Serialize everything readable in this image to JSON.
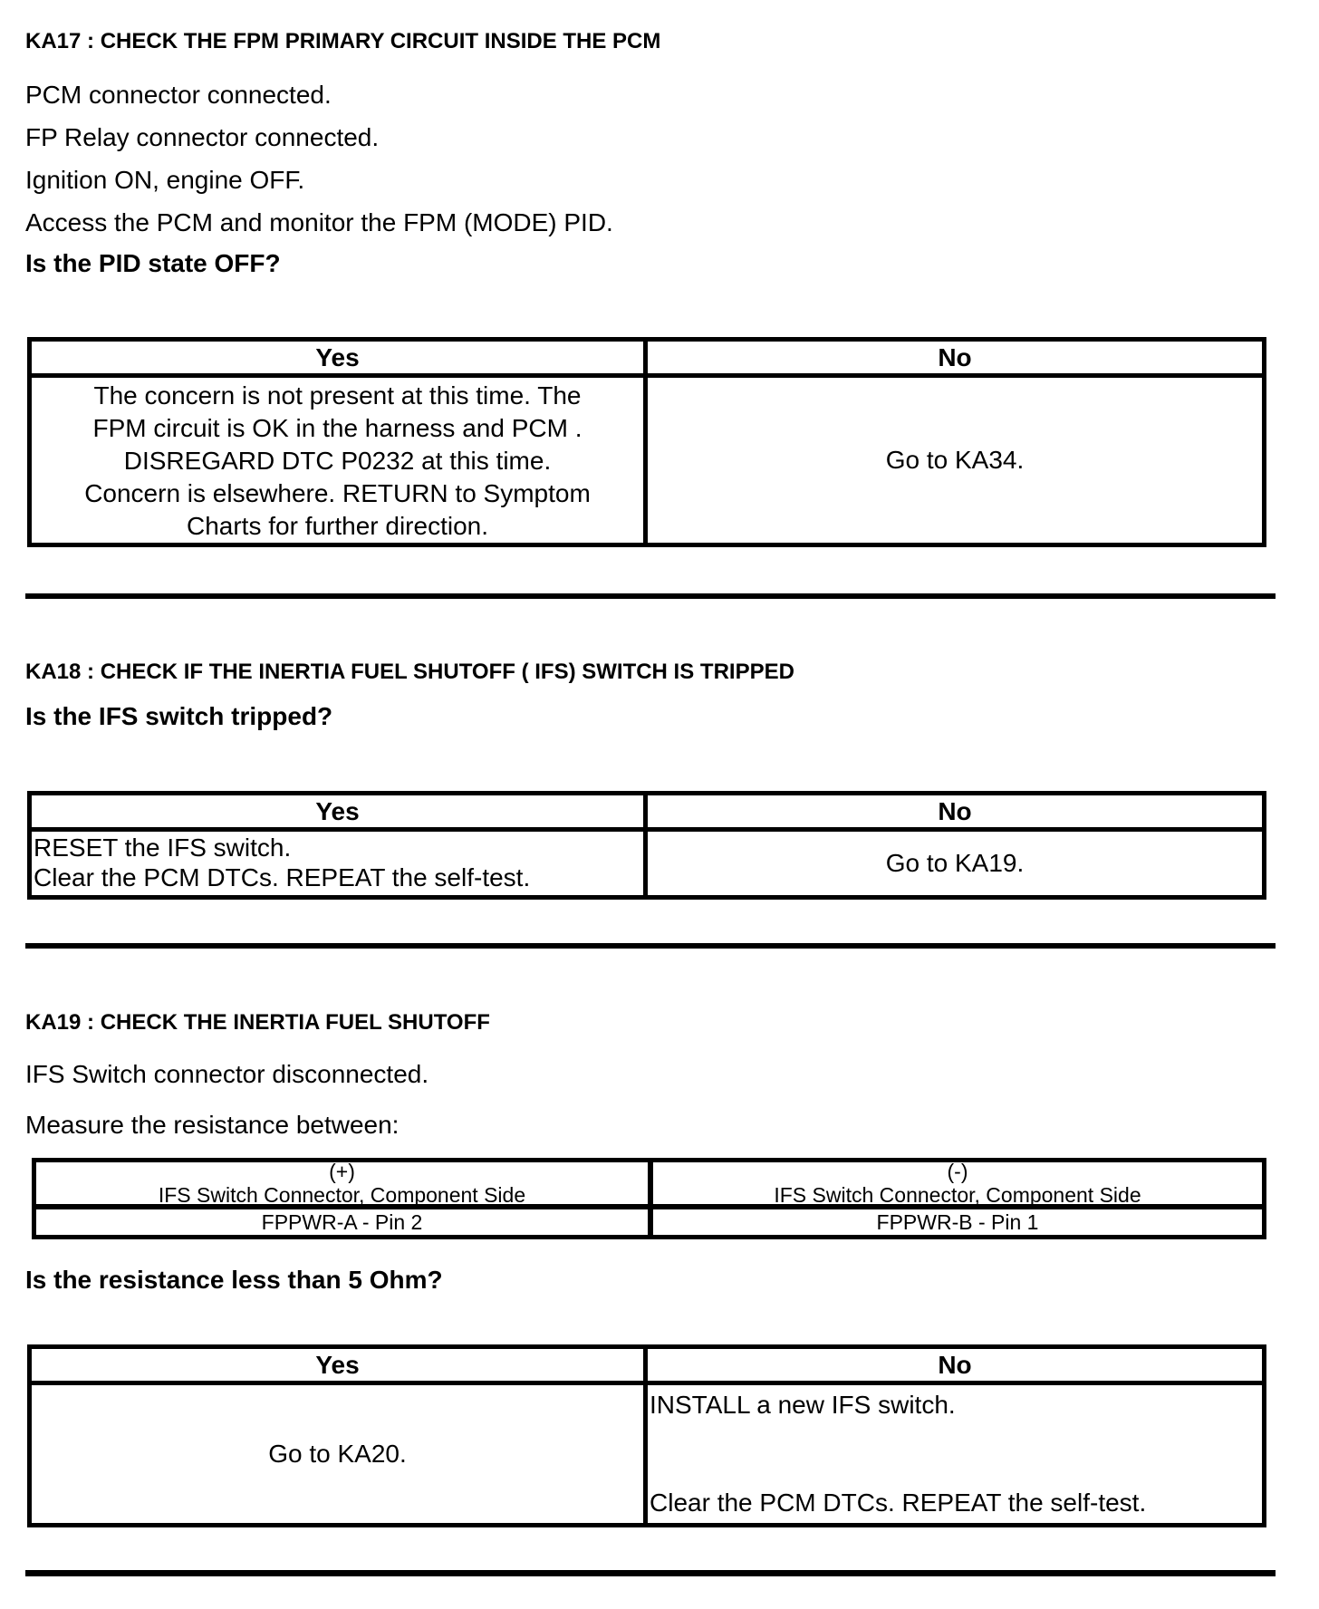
{
  "document": {
    "colors": {
      "text": "#000000",
      "background": "#ffffff",
      "rule": "#000000"
    },
    "sections": [
      {
        "id": "KA17",
        "heading": "KA17 : CHECK THE FPM PRIMARY CIRCUIT INSIDE THE PCM",
        "steps": [
          "PCM connector connected.",
          "FP Relay connector connected.",
          "Ignition ON, engine OFF.",
          "Access the PCM and monitor the  FPM (MODE) PID."
        ],
        "question": "Is the PID state OFF?",
        "decision_table": {
          "headers": {
            "yes": "Yes",
            "no": "No"
          },
          "yes_action": "The concern is not present at this time. The\nFPM circuit is OK in the harness and PCM .\nDISREGARD DTC P0232 at this time.\nConcern is elsewhere. RETURN to Symptom\nCharts for further direction.",
          "no_action": "Go to KA34."
        }
      },
      {
        "id": "KA18",
        "heading": "KA18 : CHECK IF THE INERTIA FUEL SHUTOFF ( IFS) SWITCH IS TRIPPED",
        "question": "Is the IFS switch tripped?",
        "decision_table": {
          "headers": {
            "yes": "Yes",
            "no": "No"
          },
          "yes_action": "RESET the IFS switch.\nClear the PCM DTCs. REPEAT the self-test.",
          "no_action": "Go to KA19."
        }
      },
      {
        "id": "KA19",
        "heading": "KA19 : CHECK THE INERTIA FUEL SHUTOFF",
        "steps": [
          "IFS Switch connector disconnected.",
          "Measure the resistance between:"
        ],
        "measurement_table": {
          "positive": {
            "polarity": "(+)",
            "connector": "IFS Switch Connector, Component Side",
            "pin": "FPPWR-A - Pin 2"
          },
          "negative": {
            "polarity": "(-)",
            "connector": "IFS Switch Connector, Component Side",
            "pin": "FPPWR-B - Pin 1"
          }
        },
        "question": "Is the resistance less than 5 Ohm?",
        "decision_table": {
          "headers": {
            "yes": "Yes",
            "no": "No"
          },
          "yes_action": "Go to KA20.",
          "no_action_top": "INSTALL a new IFS switch.",
          "no_action_bottom": "Clear the PCM DTCs. REPEAT the self-test."
        }
      }
    ]
  }
}
